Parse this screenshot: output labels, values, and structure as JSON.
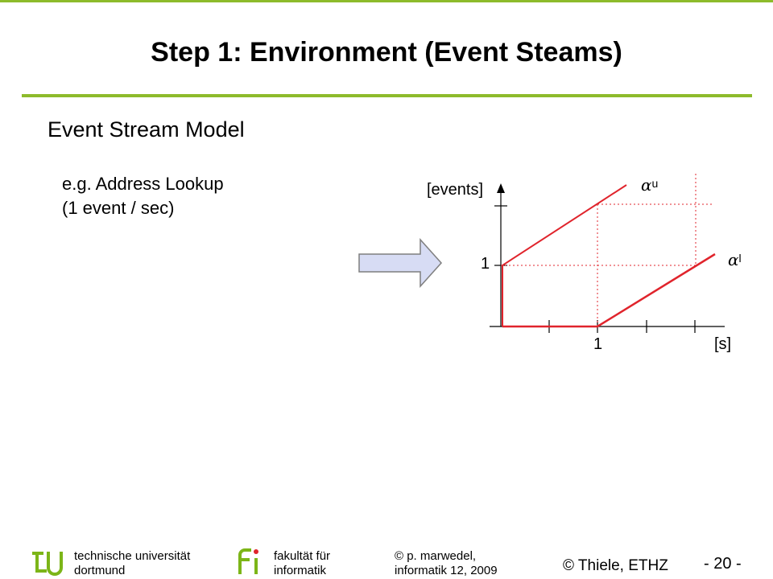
{
  "slide": {
    "title": "Step 1: Environment (Event Steams)",
    "heading": "Event Stream Model",
    "example_line1": "e.g. Address Lookup",
    "example_line2": "(1 event / sec)"
  },
  "diagram": {
    "y_axis_label": "[events]",
    "x_axis_label": "[s]",
    "y_tick_label": "1",
    "x_tick_label": "1",
    "upper_curve_label": "α",
    "upper_curve_sup": "u",
    "lower_curve_label": "α",
    "lower_curve_sup": "l"
  },
  "footer": {
    "university_line1": "technische universität",
    "university_line2": "dortmund",
    "faculty_line1": "fakultät für",
    "faculty_line2": "informatik",
    "copyright_line1": "© p. marwedel,",
    "copyright_line2": "informatik 12,  2009",
    "credit": "© Thiele, ETHZ",
    "page_number": "- 20 -"
  },
  "colors": {
    "accent_green": "#8dbb2b",
    "curve_red": "#e0242c",
    "arrow_fill": "#d7dcf4",
    "logo_green": "#7cb518"
  }
}
